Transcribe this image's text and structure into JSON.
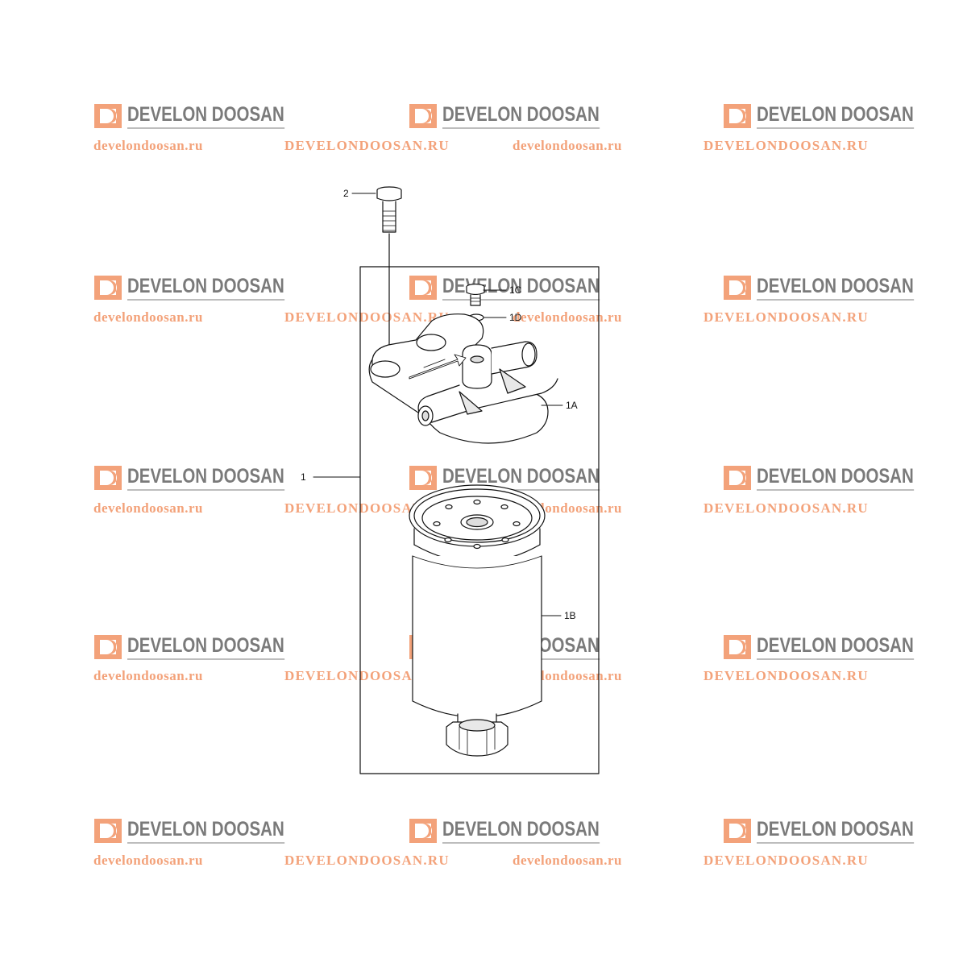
{
  "watermark": {
    "brand": "DEVELON DOOSAN",
    "site_lower": "develondoosan.ru",
    "site_upper": "DEVELONDOOSAN.RU",
    "logo_color": "#f3a27a",
    "text_color": "#7a7a7a"
  },
  "callouts": {
    "assembly": "1",
    "bolt": "2",
    "plug": "1C",
    "oring": "1D",
    "head": "1A",
    "element": "1B"
  }
}
